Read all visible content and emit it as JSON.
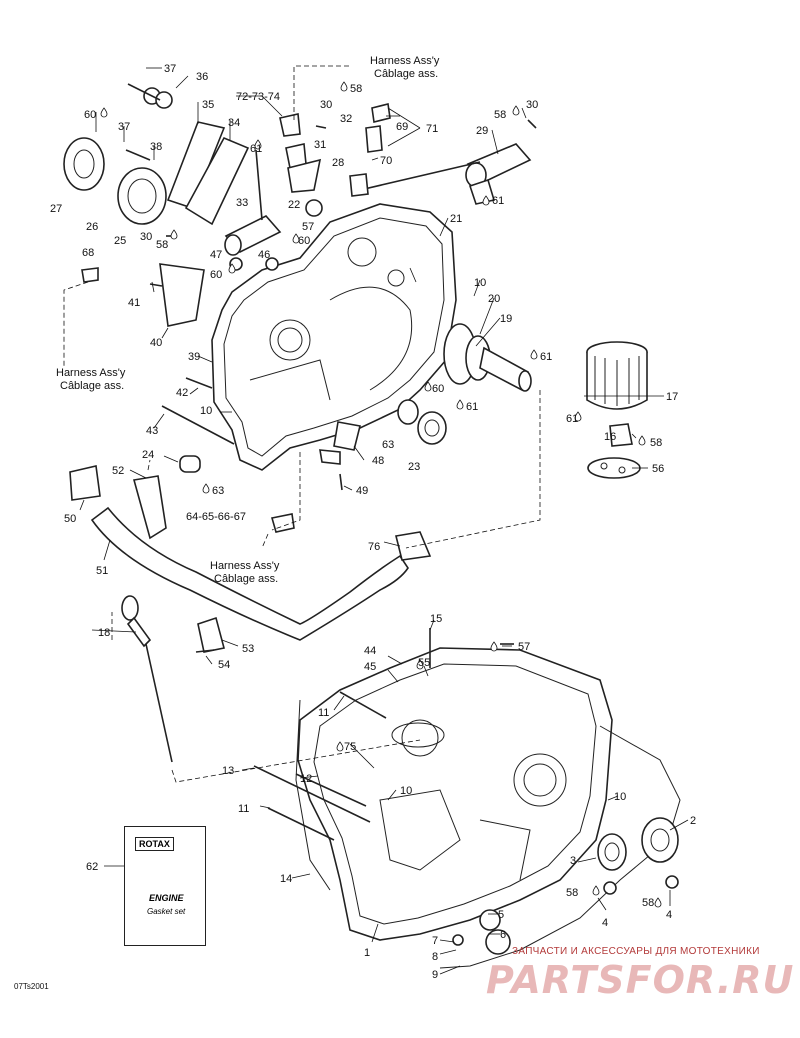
{
  "harness": {
    "en": "Harness Ass'y",
    "fr": "Câblage ass."
  },
  "gasket_kit": {
    "brand": "ROTAX",
    "line1": "ENGINE",
    "line2": "Gasket set"
  },
  "drawing_code": "07Ts2001",
  "watermark": {
    "tagline": "ЗАПЧАСТИ И АКСЕССУАРЫ ДЛЯ МОТОТЕХНИКИ",
    "site": "PARTSFOR.RU"
  },
  "callouts": [
    "1",
    "2",
    "3",
    "4",
    "5",
    "6",
    "7",
    "8",
    "9",
    "10",
    "11",
    "12",
    "13",
    "14",
    "15",
    "16",
    "17",
    "18",
    "19",
    "20",
    "21",
    "22",
    "23",
    "24",
    "25",
    "26",
    "27",
    "28",
    "29",
    "30",
    "31",
    "32",
    "33",
    "34",
    "35",
    "36",
    "37",
    "38",
    "39",
    "40",
    "41",
    "42",
    "43",
    "44",
    "45",
    "46",
    "47",
    "48",
    "49",
    "50",
    "51",
    "52",
    "53",
    "54",
    "55",
    "56",
    "57",
    "58",
    "60",
    "61",
    "62",
    "63",
    "64-65-66-67",
    "68",
    "69",
    "70",
    "71",
    "72-73-74",
    "75",
    "76"
  ]
}
